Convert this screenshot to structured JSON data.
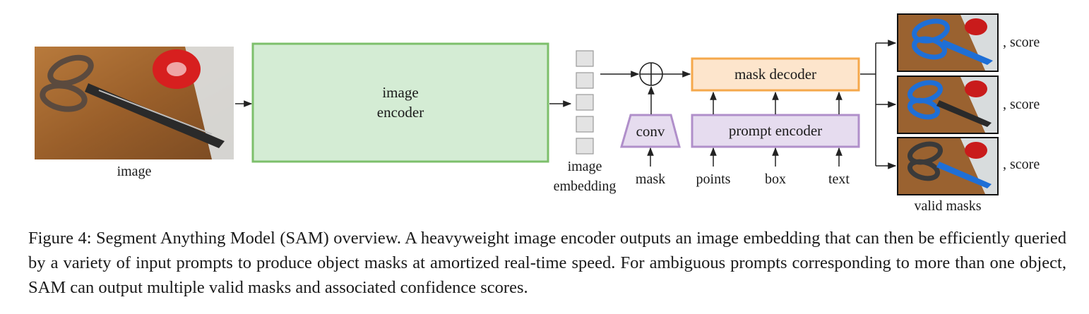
{
  "input": {
    "label": "image"
  },
  "image_encoder": {
    "label_line1": "image",
    "label_line2": "encoder",
    "color": "#d4ecd4",
    "border": "#7dbf6b"
  },
  "embedding": {
    "label_line1": "image",
    "label_line2": "embedding",
    "cells": 5
  },
  "conv": {
    "label": "conv",
    "input_label": "mask",
    "color": "#e6dcef",
    "border": "#b08fca"
  },
  "mask_decoder": {
    "label": "mask decoder",
    "color": "#fde5cc",
    "border": "#f5a84b"
  },
  "prompt_encoder": {
    "label": "prompt encoder",
    "color": "#e6dcef",
    "border": "#b08fca",
    "inputs": [
      "points",
      "box",
      "text"
    ]
  },
  "outputs": {
    "score_label": ", score",
    "caption": "valid masks",
    "count": 3
  },
  "caption": {
    "text": "Figure 4: Segment Anything Model (SAM) overview. A heavyweight image encoder outputs an image embedding that can then be efficiently queried by a variety of input prompts to produce object masks at amortized real-time speed. For ambiguous prompts corresponding to more than one object, SAM can output multiple valid masks and associated confidence scores."
  }
}
